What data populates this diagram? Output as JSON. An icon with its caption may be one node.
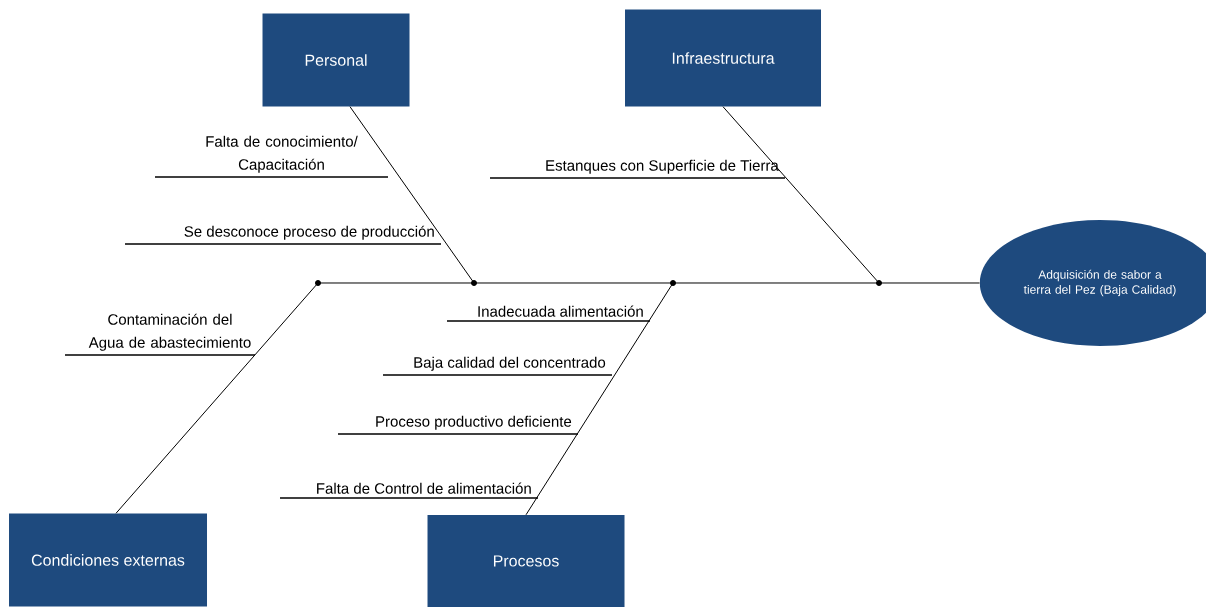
{
  "diagram": {
    "nodes": [
      {
        "text": [
          "Personal"
        ]
      },
      {
        "text": [
          "Infraestructura"
        ]
      },
      {
        "text": [
          "Adquisición de sabor a tierra del Pez (Baja Calidad)"
        ]
      },
      {
        "text": [],
        "shape": "circle"
      },
      {
        "text": [],
        "shape": "circle"
      },
      {
        "text": [],
        "shape": "circle"
      },
      {
        "text": [],
        "shape": "circle"
      },
      {
        "text": [
          "Condiciones externas"
        ]
      },
      {
        "text": [
          "Procesos"
        ]
      }
    ],
    "edges": [
      {
        "from": 0,
        "to": 4,
        "arrow": "none"
      },
      {
        "from": 1,
        "to": 6,
        "arrow": "none"
      },
      {
        "from": 7,
        "to": 3,
        "arrow": "none"
      },
      {
        "from": 8,
        "to": 5,
        "arrow": "none"
      },
      {
        "from": 3,
        "to": 4,
        "arrow": "none"
      },
      {
        "from": 4,
        "to": 5,
        "arrow": "none"
      },
      {
        "from": 5,
        "to": 6,
        "arrow": "none"
      },
      {
        "from": 6,
        "to": 2,
        "arrow": "none"
      }
    ],
    "labels": [
      "Falta de conocimiento/ Capacitación",
      "Estanques con Superficie de Tierra",
      "Se desconoce proceso de producción",
      "Contaminación del Agua de abastecimiento",
      "Inadecuada alimentación",
      "Baja calidad del concentrado",
      "Proceso productivo deficiente",
      "Falta de Control de alimentación"
    ]
  }
}
